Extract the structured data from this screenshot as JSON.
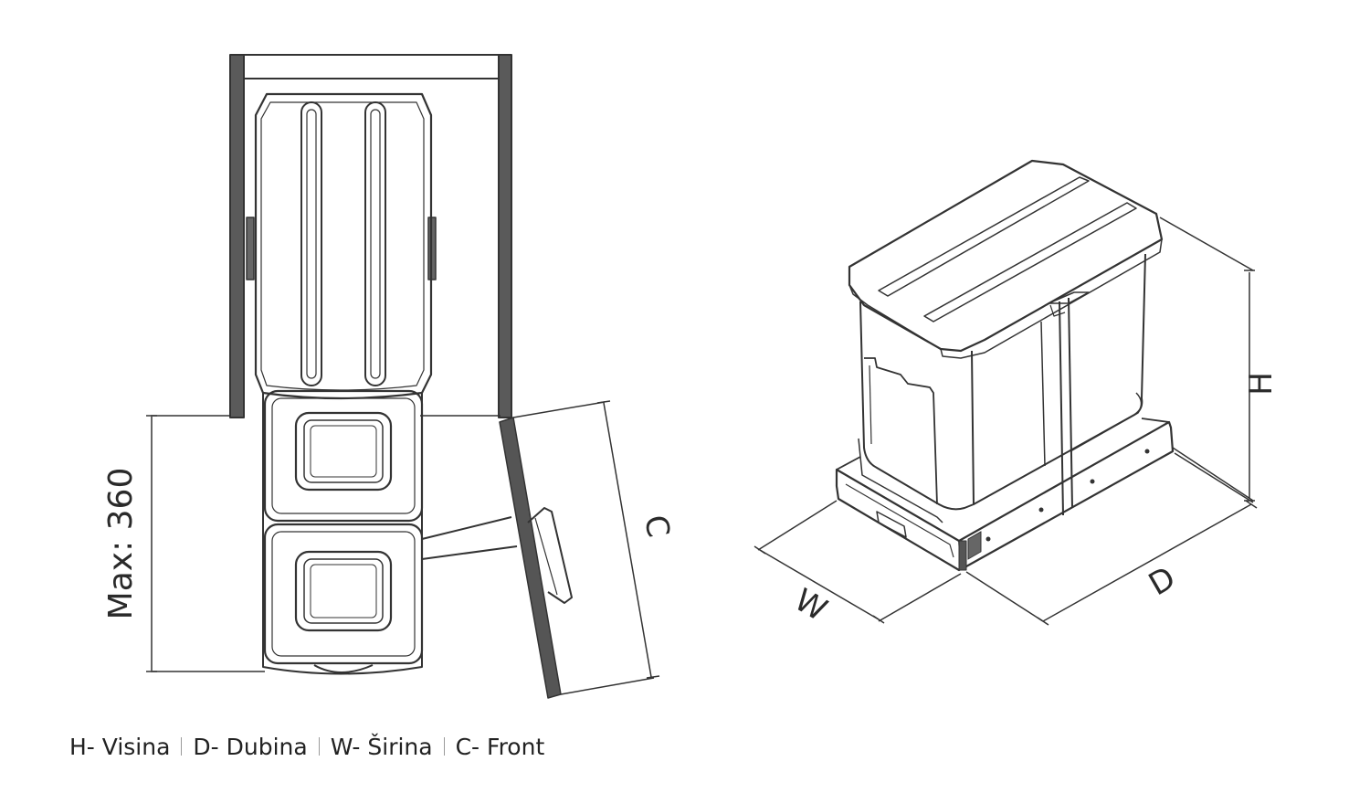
{
  "dimensions": {
    "max_label": "Max: 360",
    "c_label": "C",
    "h_label": "H",
    "d_label": "D",
    "w_label": "W"
  },
  "legend": [
    {
      "text": "H- Visina"
    },
    {
      "text": "D- Dubina"
    },
    {
      "text": "W- Širina"
    },
    {
      "text": "C- Front"
    }
  ],
  "colors": {
    "line": "#333333",
    "fill_dark": "#555555",
    "fill_mid": "#777777",
    "background": "#ffffff"
  }
}
